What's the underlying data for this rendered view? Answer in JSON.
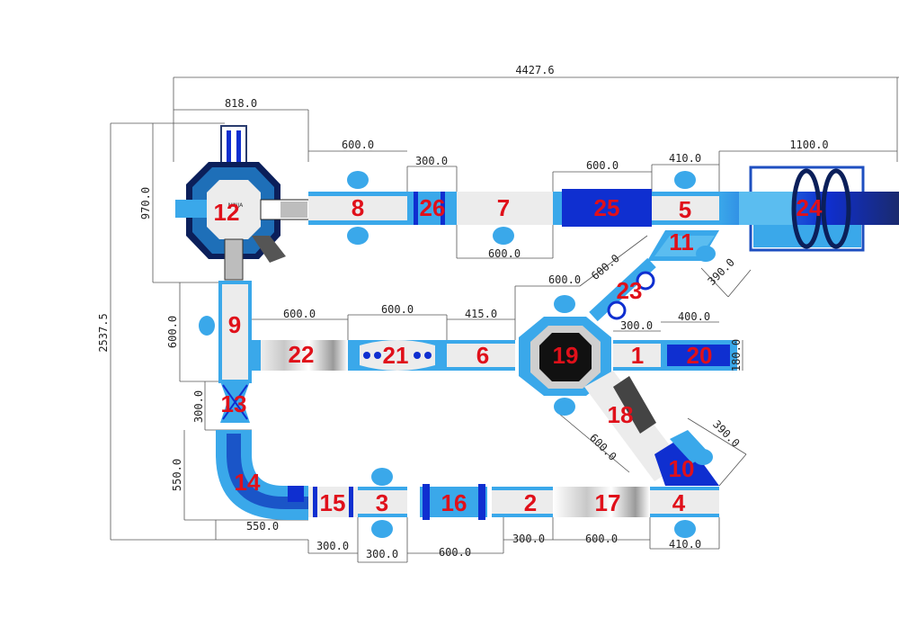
{
  "dimensions": {
    "overall_width": "4427.6",
    "octagon_width": "818.0",
    "octagon_height": "970.0",
    "total_height": "2537.5",
    "d_top_8": "600.0",
    "d_top_26": "300.0",
    "d_top_25": "600.0",
    "d_top_5": "410.0",
    "d_top_24": "1100.0",
    "d_top_7_below": "600.0",
    "d_9_height": "600.0",
    "d_22": "600.0",
    "d_21": "600.0",
    "d_6": "415.0",
    "d_23": "600.0",
    "d_11": "390.0",
    "d_1": "300.0",
    "d_20": "400.0",
    "d_20_height": "180.0",
    "d_13": "300.0",
    "d_14_height": "550.0",
    "d_14_width": "550.0",
    "d_18": "600.0",
    "d_10": "390.0",
    "d_15": "300.0",
    "d_3": "300.0",
    "d_16": "600.0",
    "d_2": "300.0",
    "d_17": "600.0",
    "d_4": "410.0"
  },
  "modules": {
    "m1": "1",
    "m2": "2",
    "m3": "3",
    "m4": "4",
    "m5": "5",
    "m6": "6",
    "m7": "7",
    "m8": "8",
    "m9": "9",
    "m10": "10",
    "m11": "11",
    "m12": "12",
    "m13": "13",
    "m14": "14",
    "m15": "15",
    "m16": "16",
    "m17": "17",
    "m18": "18",
    "m19": "19",
    "m20": "20",
    "m21": "21",
    "m22": "22",
    "m23": "23",
    "m24": "24",
    "m25": "25",
    "m26": "26"
  },
  "logo_text": "NINJA",
  "colors": {
    "light_blue": "#3aa8ea",
    "dark_blue": "#0f2fd0",
    "navy": "#0b1f5a",
    "mat_grey": "#ececec",
    "label_red": "#e0101a"
  }
}
